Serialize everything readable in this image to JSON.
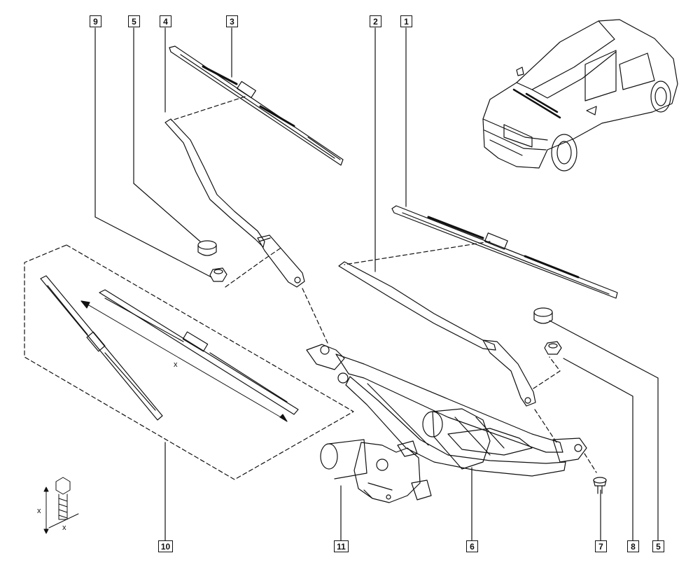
{
  "callouts": {
    "c9": "9",
    "c5a": "5",
    "c4": "4",
    "c3": "3",
    "c2": "2",
    "c1": "1",
    "c10": "10",
    "c11": "11",
    "c6": "6",
    "c7": "7",
    "c8": "8",
    "c5b": "5"
  },
  "dimension_marks": {
    "blade_x": "x",
    "bolt_x_vertical": "x",
    "bolt_x_horizontal": "x"
  },
  "colors": {
    "line": "#111111",
    "background": "#ffffff"
  }
}
